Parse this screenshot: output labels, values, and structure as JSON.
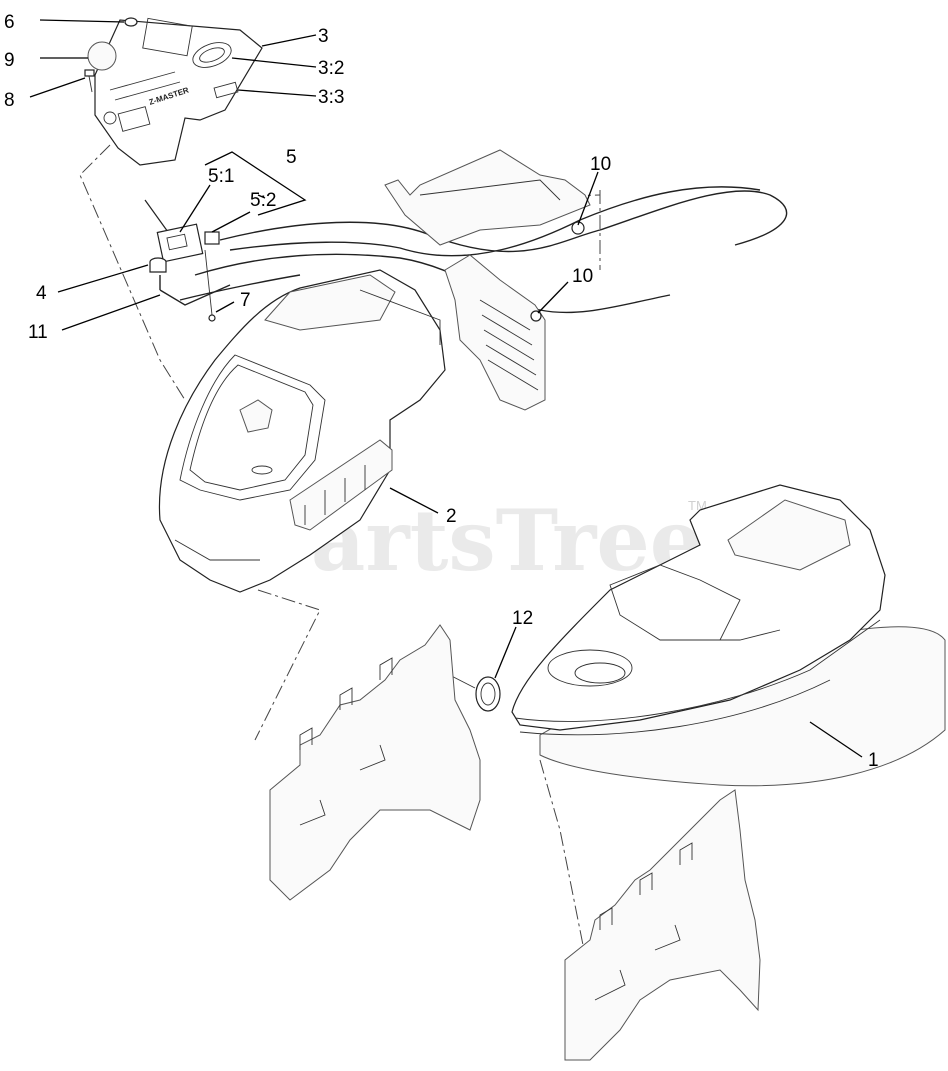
{
  "watermark": {
    "text": "PartsTree",
    "trademark": "TM"
  },
  "callouts": [
    {
      "id": "c-6",
      "label": "6"
    },
    {
      "id": "c-9",
      "label": "9"
    },
    {
      "id": "c-8",
      "label": "8"
    },
    {
      "id": "c-3",
      "label": "3"
    },
    {
      "id": "c-3-2",
      "label": "3:2"
    },
    {
      "id": "c-3-3",
      "label": "3:3"
    },
    {
      "id": "c-5",
      "label": "5"
    },
    {
      "id": "c-5-1",
      "label": "5:1"
    },
    {
      "id": "c-5-2",
      "label": "5:2"
    },
    {
      "id": "c-10a",
      "label": "10"
    },
    {
      "id": "c-10b",
      "label": "10"
    },
    {
      "id": "c-4",
      "label": "4"
    },
    {
      "id": "c-7",
      "label": "7"
    },
    {
      "id": "c-11",
      "label": "11"
    },
    {
      "id": "c-2",
      "label": "2"
    },
    {
      "id": "c-12",
      "label": "12"
    },
    {
      "id": "c-1",
      "label": "1"
    }
  ],
  "colors": {
    "line": "#222222",
    "watermark": "#d9d9d9",
    "background": "#ffffff"
  }
}
